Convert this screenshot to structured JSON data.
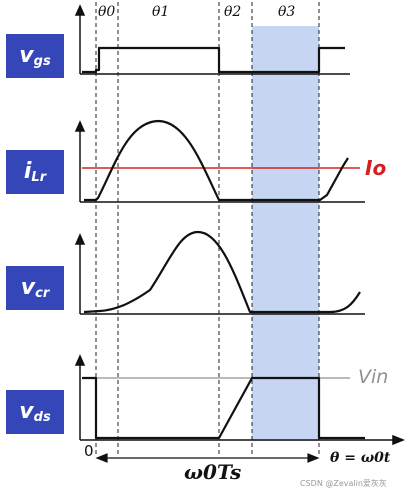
{
  "intervals": [
    "θ0",
    "θ1",
    "θ2",
    "θ3"
  ],
  "plots": [
    {
      "key": "vgs",
      "label": "v",
      "sub": "gs"
    },
    {
      "key": "iLr",
      "label": "i",
      "sub": "Lr"
    },
    {
      "key": "vcr",
      "label": "v",
      "sub": "cr"
    },
    {
      "key": "vds",
      "label": "v",
      "sub": "ds"
    }
  ],
  "annotations": {
    "io": "Io",
    "vin": "Vin",
    "origin": "0",
    "xaxis": "θ = ω0t",
    "period": "ω0Ts",
    "watermark": "CSDN @Zevalin爱灰灰"
  },
  "colors": {
    "label_bg": "#3546b8",
    "highlight": "#c6d6f2",
    "io_line": "#d62020",
    "vin_line": "#909090",
    "wave": "#111111"
  }
}
